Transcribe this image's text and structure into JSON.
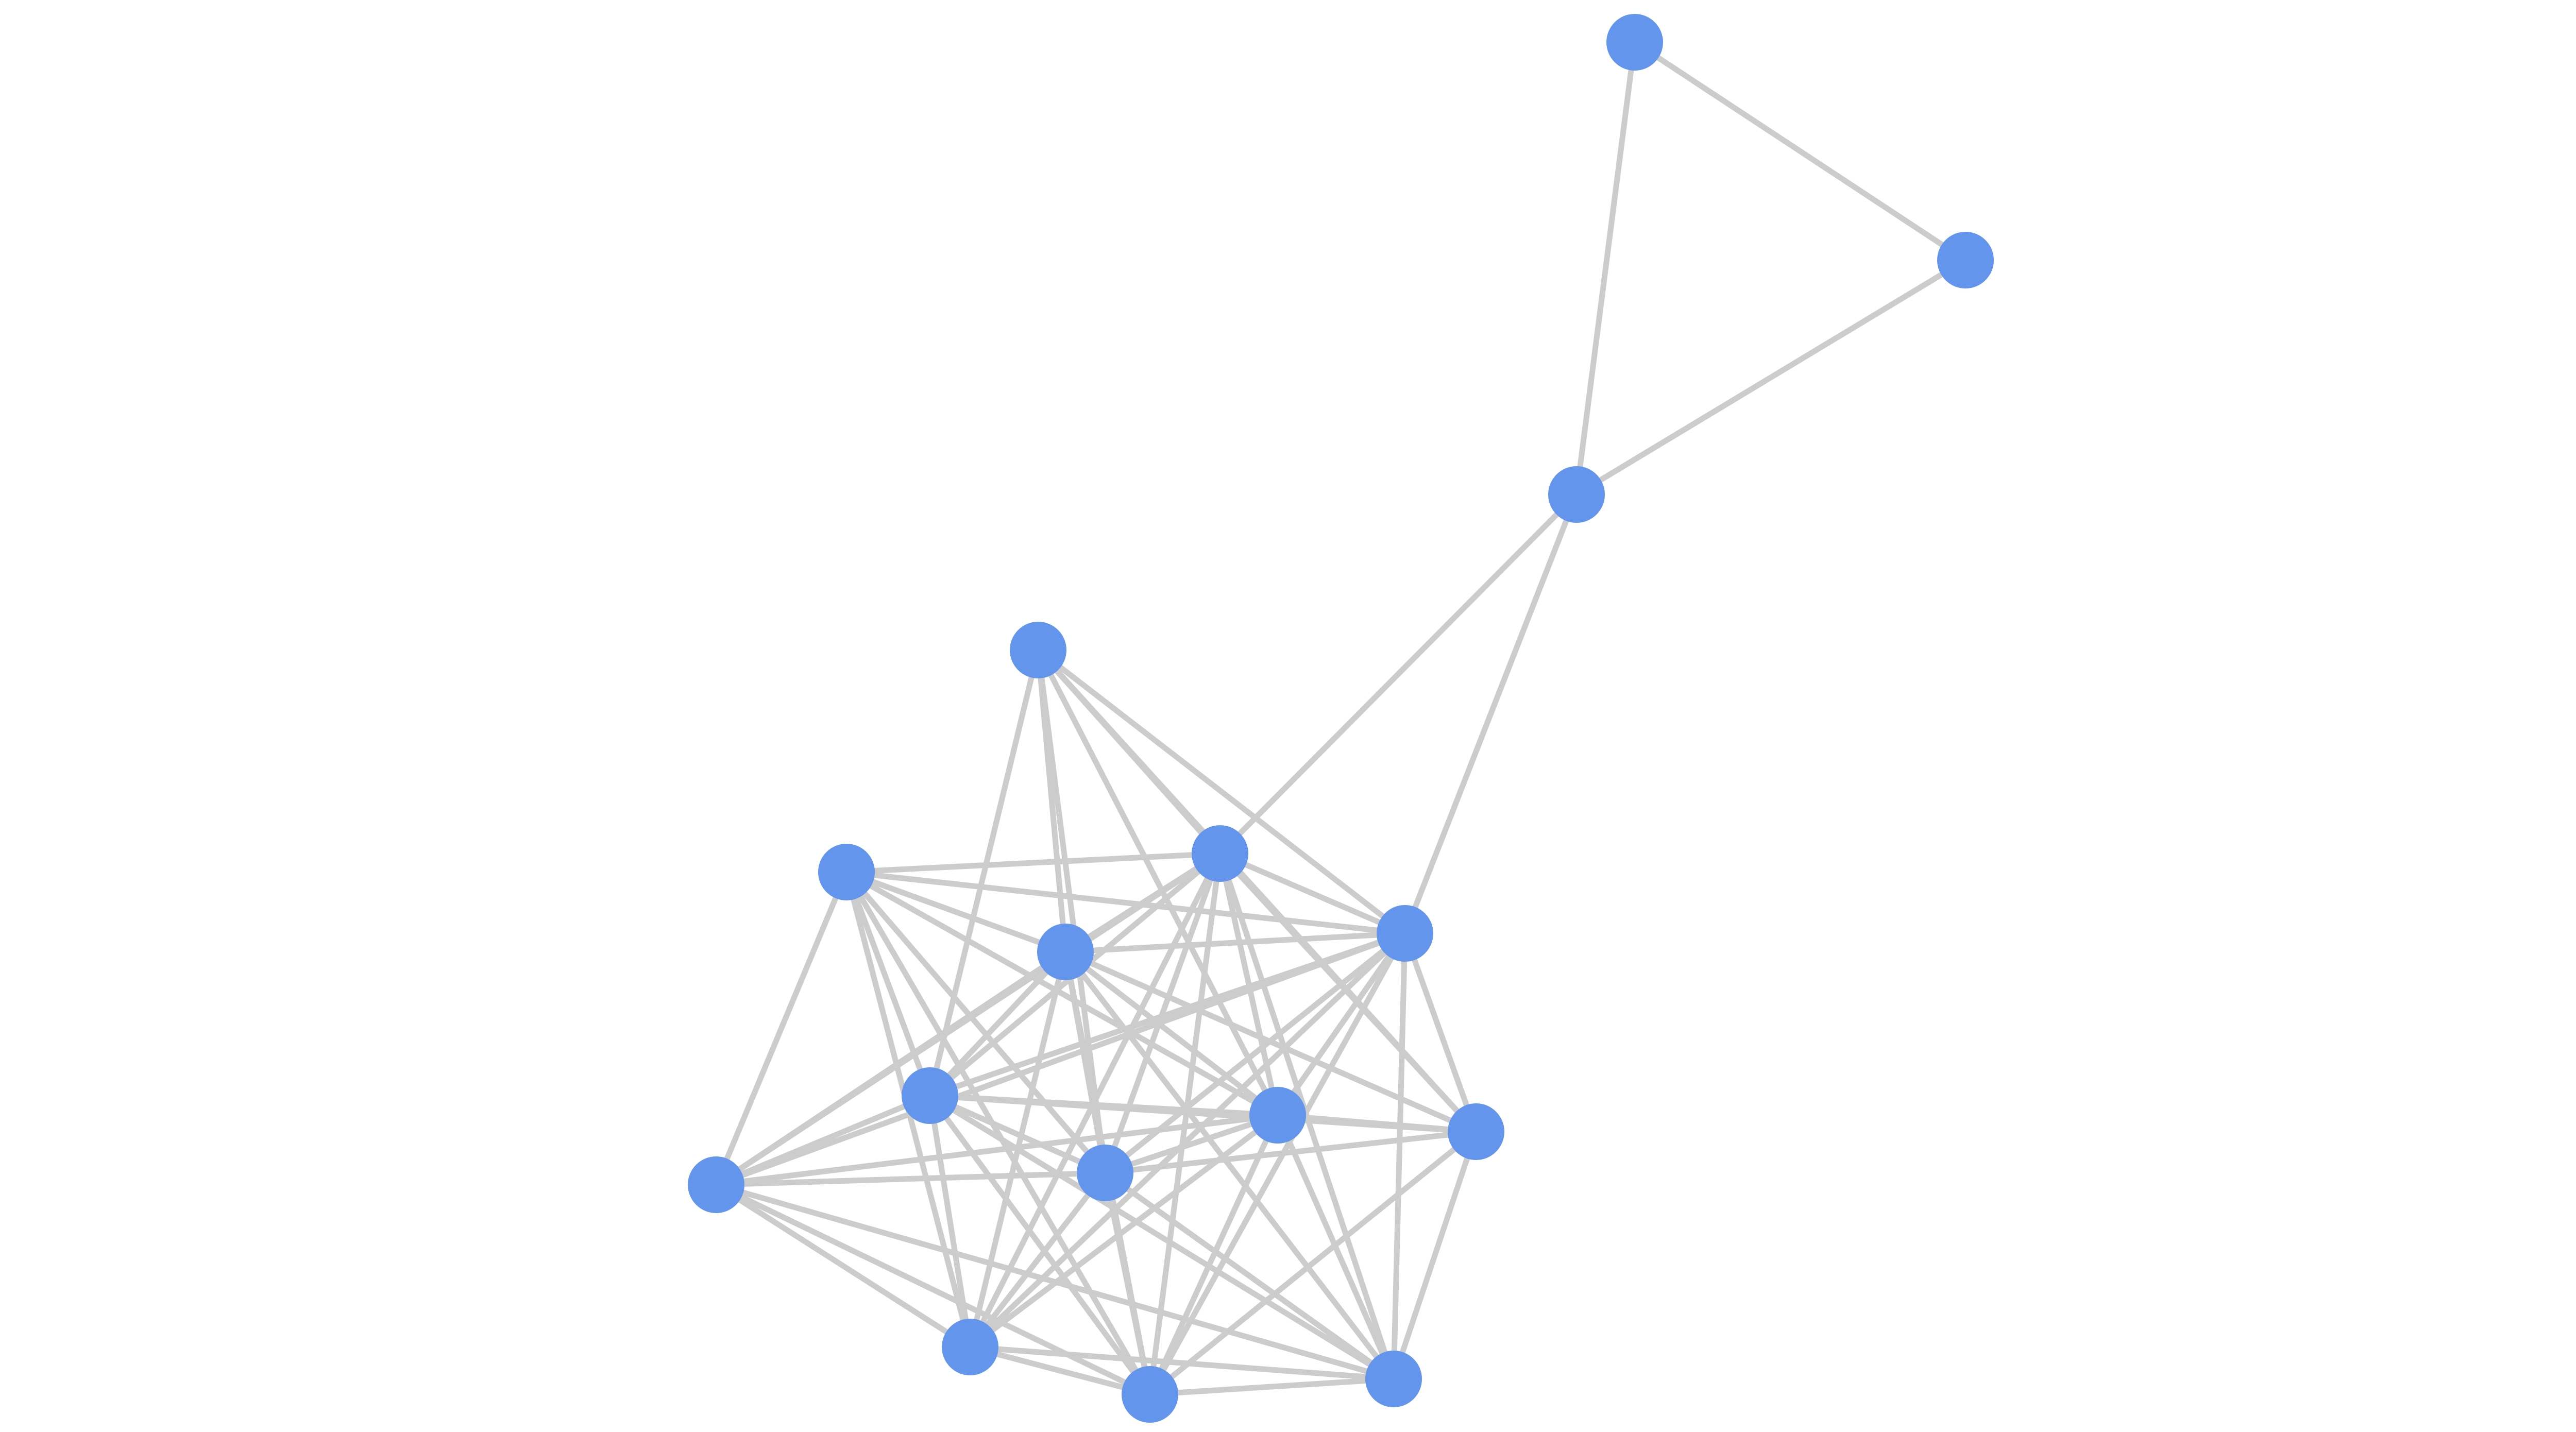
{
  "graph": {
    "node_color": "#6495ED",
    "edge_color": "#cccccc",
    "background": "#ffffff",
    "nodes": [
      {
        "id": "n0"
      },
      {
        "id": "n1"
      },
      {
        "id": "n2"
      },
      {
        "id": "n3"
      },
      {
        "id": "n4"
      },
      {
        "id": "n5"
      },
      {
        "id": "n6"
      },
      {
        "id": "n7"
      },
      {
        "id": "n8"
      },
      {
        "id": "n9"
      },
      {
        "id": "n10"
      },
      {
        "id": "n11"
      },
      {
        "id": "n12"
      },
      {
        "id": "n13"
      },
      {
        "id": "n14"
      },
      {
        "id": "n15"
      }
    ],
    "edges": [
      [
        "n0",
        "n1"
      ],
      [
        "n0",
        "n2"
      ],
      [
        "n1",
        "n2"
      ],
      [
        "n2",
        "n4"
      ],
      [
        "n2",
        "n5"
      ],
      [
        "n3",
        "n4"
      ],
      [
        "n3",
        "n5"
      ],
      [
        "n3",
        "n7"
      ],
      [
        "n3",
        "n8"
      ],
      [
        "n3",
        "n9"
      ],
      [
        "n3",
        "n10"
      ],
      [
        "n3",
        "n11"
      ],
      [
        "n6",
        "n4"
      ],
      [
        "n6",
        "n5"
      ],
      [
        "n6",
        "n7"
      ],
      [
        "n6",
        "n8"
      ],
      [
        "n6",
        "n9"
      ],
      [
        "n6",
        "n10"
      ],
      [
        "n6",
        "n12"
      ],
      [
        "n6",
        "n13"
      ],
      [
        "n6",
        "n15"
      ],
      [
        "n4",
        "n5"
      ],
      [
        "n4",
        "n7"
      ],
      [
        "n4",
        "n8"
      ],
      [
        "n4",
        "n9"
      ],
      [
        "n4",
        "n10"
      ],
      [
        "n4",
        "n11"
      ],
      [
        "n4",
        "n12"
      ],
      [
        "n4",
        "n13"
      ],
      [
        "n4",
        "n14"
      ],
      [
        "n4",
        "n15"
      ],
      [
        "n5",
        "n7"
      ],
      [
        "n5",
        "n8"
      ],
      [
        "n5",
        "n9"
      ],
      [
        "n5",
        "n10"
      ],
      [
        "n5",
        "n11"
      ],
      [
        "n5",
        "n12"
      ],
      [
        "n5",
        "n13"
      ],
      [
        "n5",
        "n14"
      ],
      [
        "n5",
        "n15"
      ],
      [
        "n7",
        "n8"
      ],
      [
        "n7",
        "n9"
      ],
      [
        "n7",
        "n10"
      ],
      [
        "n7",
        "n11"
      ],
      [
        "n7",
        "n12"
      ],
      [
        "n7",
        "n13"
      ],
      [
        "n7",
        "n14"
      ],
      [
        "n7",
        "n15"
      ],
      [
        "n8",
        "n9"
      ],
      [
        "n8",
        "n10"
      ],
      [
        "n8",
        "n11"
      ],
      [
        "n8",
        "n12"
      ],
      [
        "n8",
        "n13"
      ],
      [
        "n8",
        "n14"
      ],
      [
        "n8",
        "n15"
      ],
      [
        "n9",
        "n10"
      ],
      [
        "n9",
        "n11"
      ],
      [
        "n9",
        "n12"
      ],
      [
        "n9",
        "n13"
      ],
      [
        "n9",
        "n14"
      ],
      [
        "n9",
        "n15"
      ],
      [
        "n10",
        "n11"
      ],
      [
        "n10",
        "n12"
      ],
      [
        "n10",
        "n13"
      ],
      [
        "n10",
        "n14"
      ],
      [
        "n10",
        "n15"
      ],
      [
        "n11",
        "n14"
      ],
      [
        "n11",
        "n15"
      ],
      [
        "n12",
        "n13"
      ],
      [
        "n12",
        "n14"
      ],
      [
        "n12",
        "n15"
      ],
      [
        "n13",
        "n14"
      ],
      [
        "n13",
        "n15"
      ],
      [
        "n14",
        "n15"
      ]
    ]
  }
}
